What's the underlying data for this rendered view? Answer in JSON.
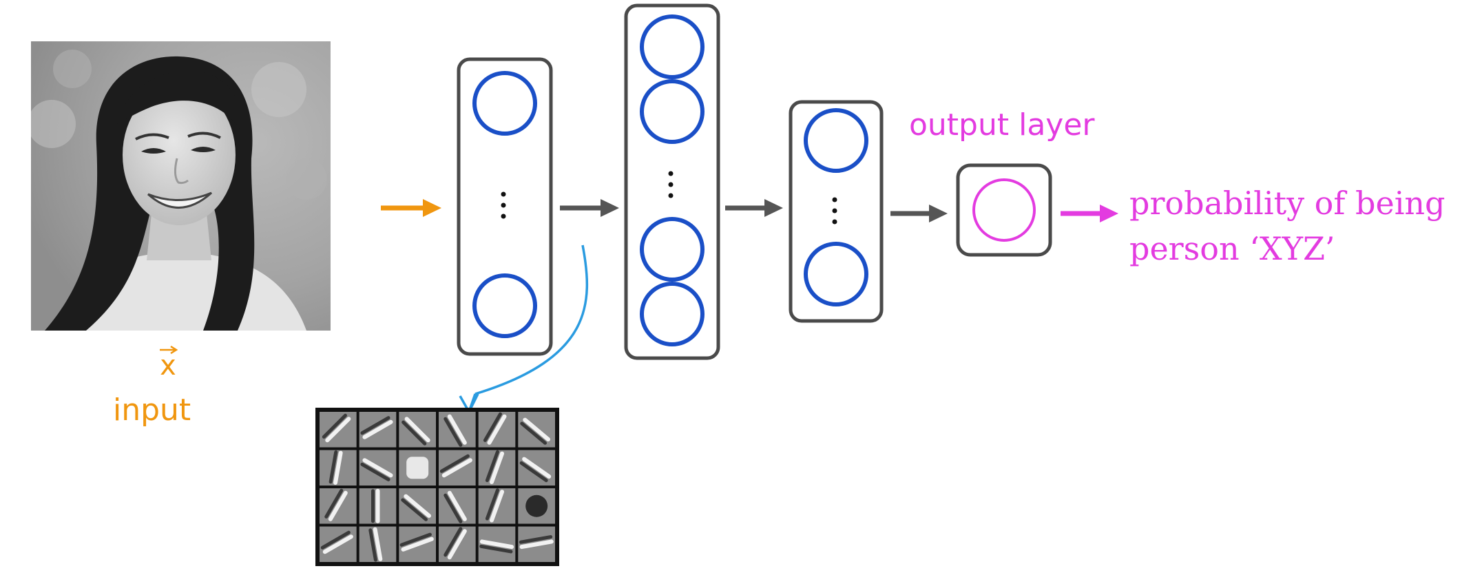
{
  "input": {
    "vector_symbol": "x",
    "label": "input"
  },
  "output": {
    "layer_label": "output layer",
    "description_line1": "probability of being",
    "description_line2": "person ‘XYZ’"
  },
  "colors": {
    "input_orange": "#f0960f",
    "neuron_blue": "#1a4fc7",
    "output_magenta": "#e33be0",
    "box_border": "#4a4a4a",
    "arrow_gray": "#555555",
    "annotation_blue": "#2a9be0"
  },
  "network": {
    "layers": [
      {
        "name": "hidden-layer-1",
        "neurons_shown": 2,
        "has_ellipsis": true
      },
      {
        "name": "hidden-layer-2",
        "neurons_shown": 4,
        "has_ellipsis": true
      },
      {
        "name": "hidden-layer-3",
        "neurons_shown": 2,
        "has_ellipsis": true
      },
      {
        "name": "output-layer",
        "neurons_shown": 1,
        "has_ellipsis": false
      }
    ]
  },
  "filters_grid": {
    "rows": 4,
    "cols": 6
  }
}
